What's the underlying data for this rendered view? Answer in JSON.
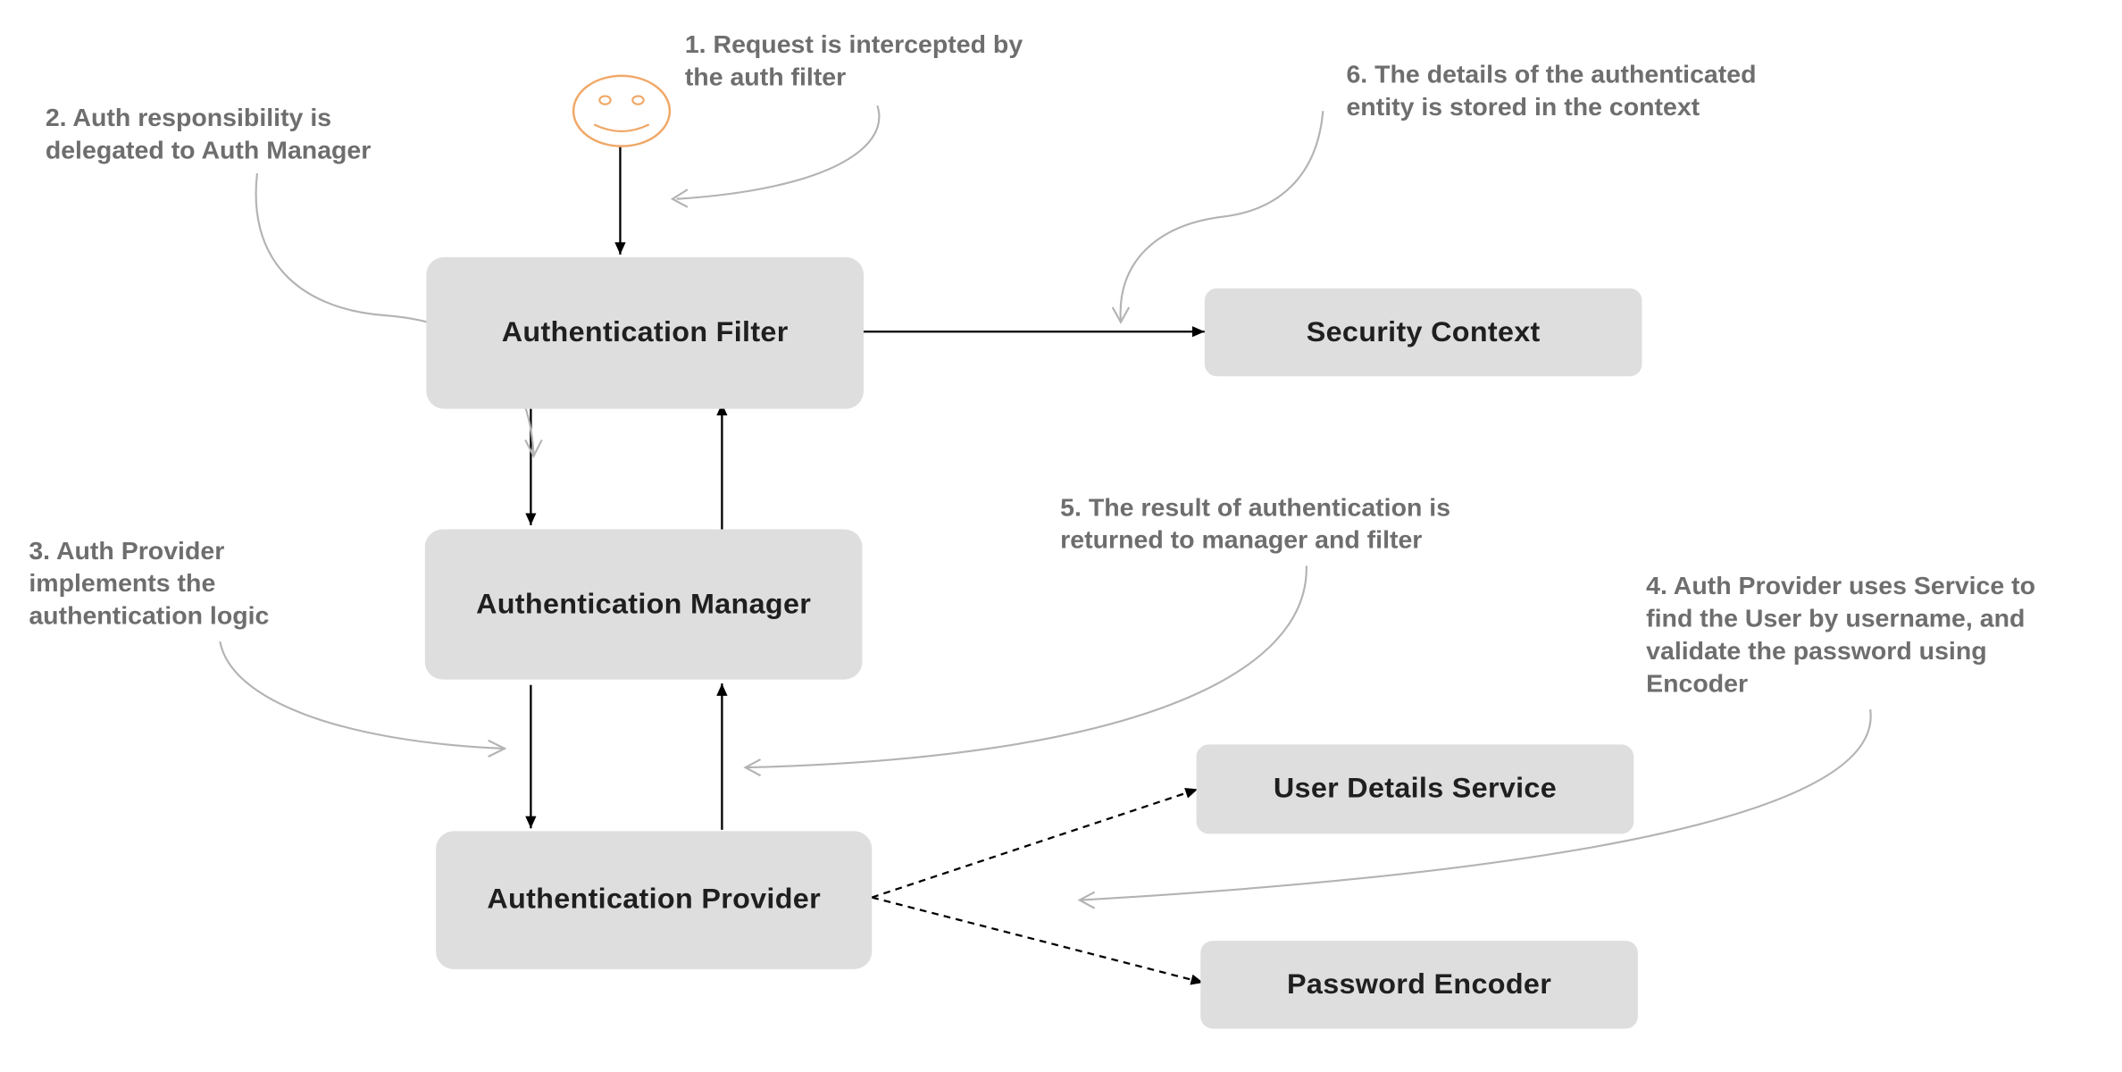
{
  "diagram": {
    "nodes": {
      "auth_filter": "Authentication  Filter",
      "auth_manager": "Authentication  Manager",
      "auth_provider": "Authentication  Provider",
      "security_context": "Security Context",
      "user_details_service": "User Details Service",
      "password_encoder": "Password  Encoder"
    },
    "notes": {
      "step1": "1. Request is intercepted by\nthe auth filter",
      "step2": "2. Auth responsibility is\ndelegated to Auth Manager",
      "step3": "3. Auth Provider\nimplements the\nauthentication logic",
      "step4": "4. Auth Provider uses Service to\nfind the User by username, and\nvalidate the password using\nEncoder",
      "step5": "5. The result of authentication is\nreturned to manager and filter",
      "step6": "6. The details of the authenticated\nentity is stored in the context"
    },
    "actor_icon": "smiley-face-icon",
    "colors": {
      "box_fill": "#dedede",
      "box_text": "#1f1f1f",
      "note_text": "#6e6e6e",
      "actor_stroke": "#f0a868",
      "arrow": "#000000",
      "callout_curve": "#b3b3b3"
    },
    "edges": [
      {
        "from": "user",
        "to": "auth_filter",
        "style": "solid"
      },
      {
        "from": "auth_filter",
        "to": "security_context",
        "style": "solid"
      },
      {
        "from": "auth_filter",
        "to": "auth_manager",
        "style": "solid"
      },
      {
        "from": "auth_manager",
        "to": "auth_filter",
        "style": "solid"
      },
      {
        "from": "auth_manager",
        "to": "auth_provider",
        "style": "solid"
      },
      {
        "from": "auth_provider",
        "to": "auth_manager",
        "style": "solid"
      },
      {
        "from": "auth_provider",
        "to": "user_details_service",
        "style": "dashed"
      },
      {
        "from": "auth_provider",
        "to": "password_encoder",
        "style": "dashed"
      }
    ]
  }
}
